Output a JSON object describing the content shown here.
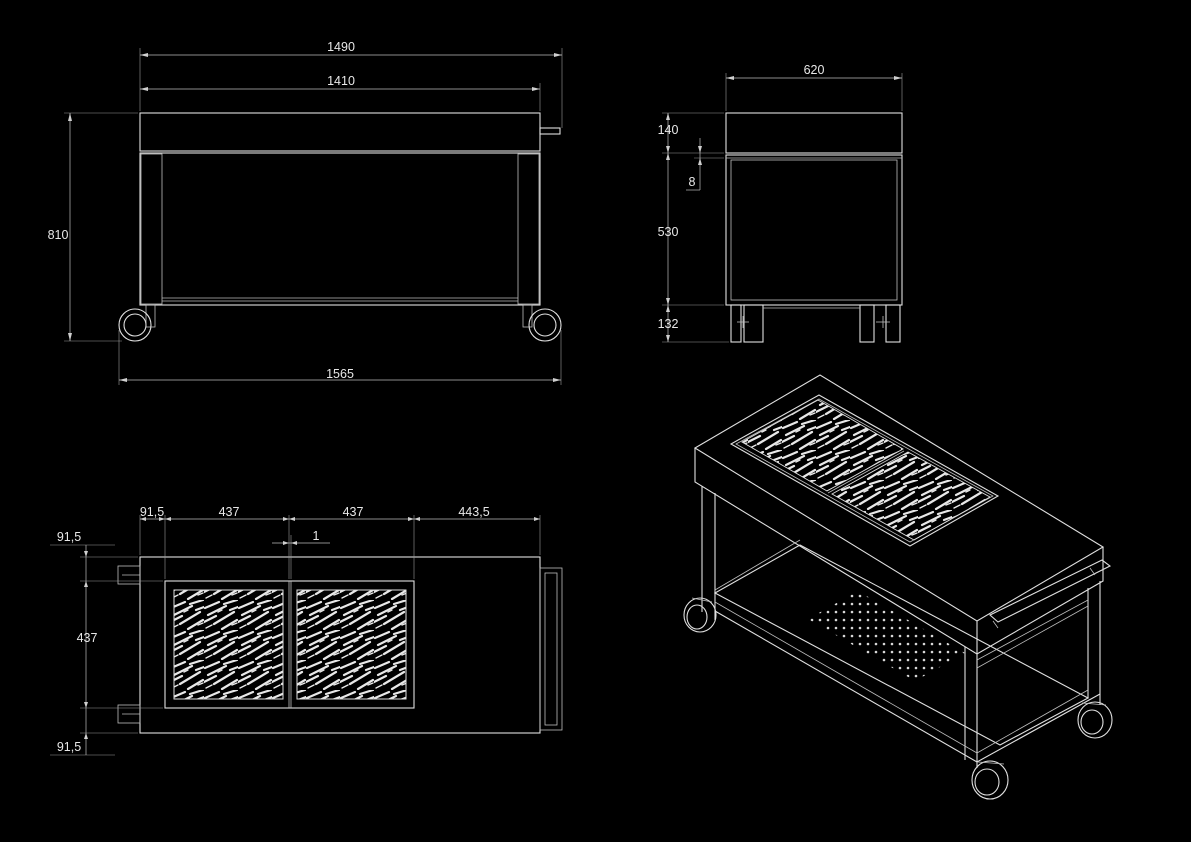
{
  "drawing": {
    "background": "#000000",
    "line_color": "#e0e0e0",
    "views": {
      "front": {
        "dims": {
          "overall_top_width": "1490",
          "frame_width": "1410",
          "height": "810",
          "overall_width_with_wheels": "1565"
        }
      },
      "side": {
        "dims": {
          "depth": "620",
          "top_thickness": "140",
          "gap": "8",
          "cabinet_height": "530",
          "leg_height": "132"
        }
      },
      "plan": {
        "dims": {
          "left_offset": "91,5",
          "grill_width_1": "437",
          "grill_width_2": "437",
          "right_offset": "443,5",
          "gap_between_grills": "1",
          "top_margin": "91,5",
          "grill_depth": "437",
          "bottom_margin": "91,5"
        }
      },
      "isometric": {}
    }
  }
}
